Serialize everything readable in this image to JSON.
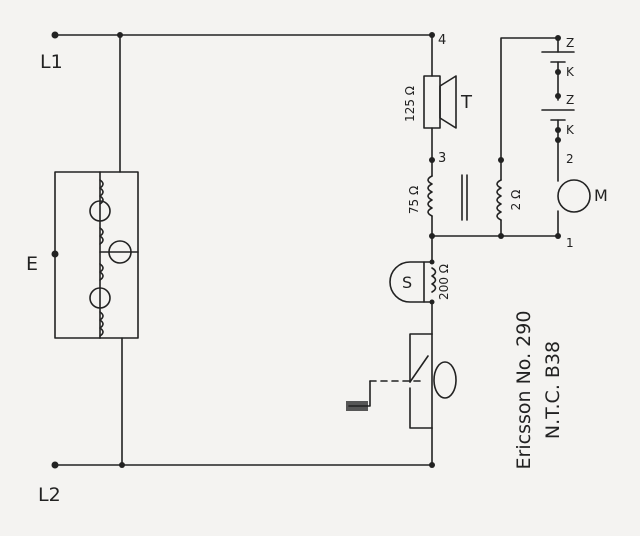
{
  "labels": {
    "l1": "L1",
    "l2": "L2",
    "e": "E",
    "t": "T",
    "s": "S",
    "m": "M",
    "n4": "4",
    "n3": "3",
    "n2": "2",
    "n1": "1",
    "r_t": "125 Ω",
    "r_coil": "75 Ω",
    "r_s": "200 Ω",
    "r_2": "2 Ω",
    "z1": "Z",
    "k1": "K",
    "z2": "Z",
    "k2": "K"
  },
  "annotation": {
    "line1": "Ericsson No. 290",
    "line2": "N.T.C.  B38"
  },
  "colors": {
    "ink": "#222222",
    "paper": "#f4f3f1"
  }
}
